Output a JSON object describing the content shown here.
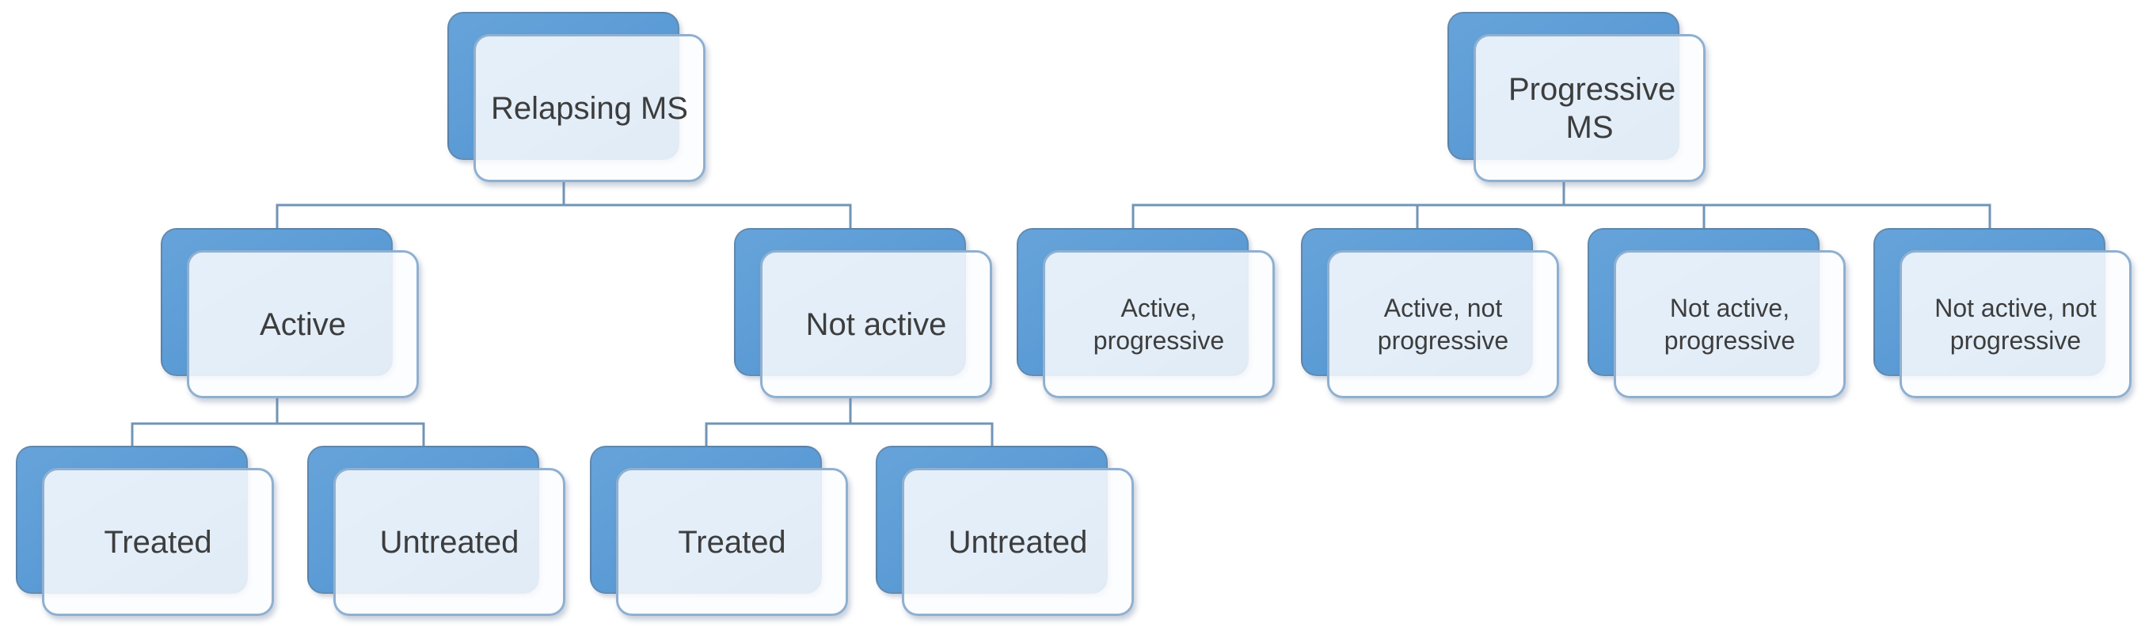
{
  "diagram": {
    "type": "hierarchy",
    "description": "Two-tree classification diagram of multiple sclerosis phenotypes",
    "colors": {
      "accent_shape_fill": "#5b9bd5",
      "accent_shape_border": "#6e7f90",
      "card_fill": "#fcfdff",
      "card_border": "#8fb0d0",
      "connector_line": "#7095b7",
      "label_text": "#3d3d3d",
      "background": "#ffffff"
    },
    "trees": [
      {
        "root": {
          "label": "Relapsing MS"
        },
        "children": [
          {
            "label": "Active",
            "children": [
              {
                "label": "Treated"
              },
              {
                "label": "Untreated"
              }
            ]
          },
          {
            "label": "Not active",
            "children": [
              {
                "label": "Treated"
              },
              {
                "label": "Untreated"
              }
            ]
          }
        ]
      },
      {
        "root": {
          "label": "Progressive MS"
        },
        "children": [
          {
            "label": "Active, progressive"
          },
          {
            "label": "Active, not progressive"
          },
          {
            "label": "Not active, progressive"
          },
          {
            "label": "Not active, not progressive"
          }
        ]
      }
    ]
  }
}
